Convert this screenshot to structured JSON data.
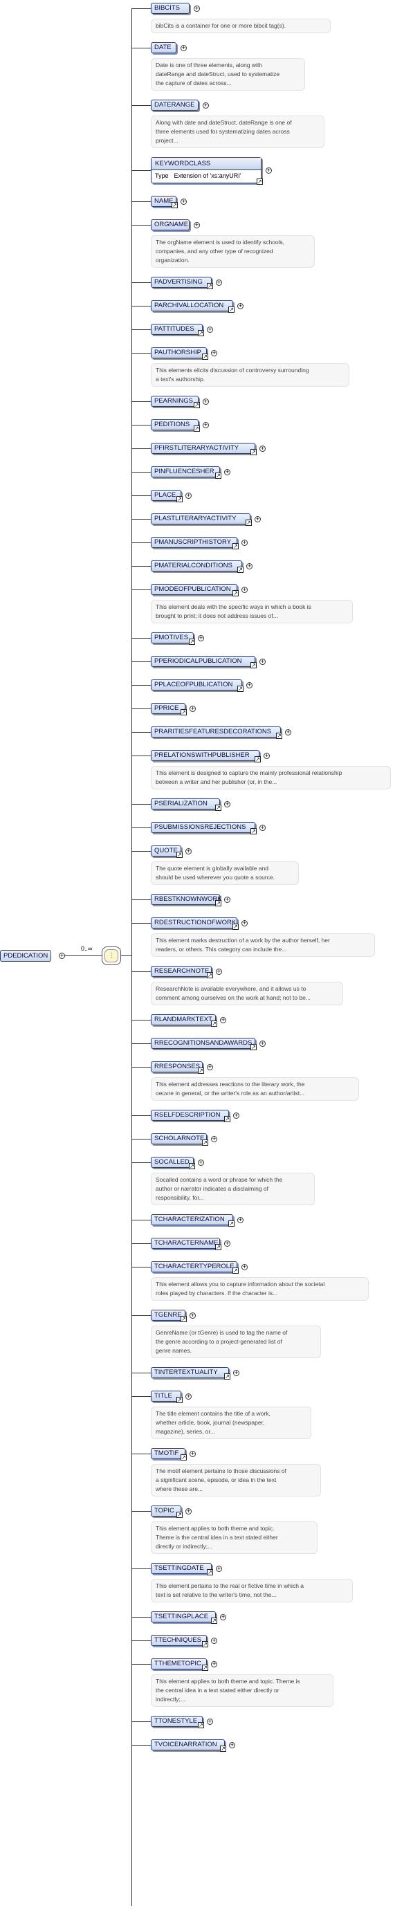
{
  "root": {
    "label": "PDEDICATION",
    "multiplicity": "0..∞"
  },
  "compositor": {
    "kind": "choice-icon"
  },
  "keywordclass": {
    "label": "KEYWORDCLASS",
    "type_key": "Type",
    "type_value": "Extension of 'xs:anyURI'"
  },
  "elements": [
    {
      "label": "BIBCITS",
      "doc": [
        "bibCits is a container for one or more bibcit tag(s)."
      ]
    },
    {
      "label": "DATE",
      "doc": [
        "Date is one of three elements, along with",
        "dateRange and dateStruct, used to systematize",
        "the capture of dates across..."
      ]
    },
    {
      "label": "DATERANGE",
      "doc": [
        "Along with date and dateStruct, dateRange is one of",
        "three elements used for systematizing dates across",
        "project..."
      ]
    },
    {
      "label": "KEYWORDCLASS",
      "box": true
    },
    {
      "label": "NAME",
      "ref": true
    },
    {
      "label": "ORGNAME",
      "doc": [
        "The orgName element is used to identify schools,",
        "companies, and any other type of recognized",
        "organization."
      ]
    },
    {
      "label": "PADVERTISING",
      "ref": true
    },
    {
      "label": "PARCHIVALLOCATION",
      "ref": true
    },
    {
      "label": "PATTITUDES",
      "ref": true
    },
    {
      "label": "PAUTHORSHIP",
      "ref": true,
      "doc": [
        "This elements elicits discussion of controversy surrounding",
        "a text's authorship."
      ]
    },
    {
      "label": "PEARNINGS",
      "ref": true
    },
    {
      "label": "PEDITIONS",
      "ref": true
    },
    {
      "label": "PFIRSTLITERARYACTIVITY",
      "ref": true
    },
    {
      "label": "PINFLUENCESHER",
      "ref": true
    },
    {
      "label": "PLACE",
      "ref": true
    },
    {
      "label": "PLASTLITERARYACTIVITY",
      "ref": true
    },
    {
      "label": "PMANUSCRIPTHISTORY",
      "ref": true
    },
    {
      "label": "PMATERIALCONDITIONS",
      "ref": true
    },
    {
      "label": "PMODEOFPUBLICATION",
      "ref": true,
      "doc": [
        "This element deals with the specific ways in which a book is",
        "brought to print; it does not address issues of..."
      ]
    },
    {
      "label": "PMOTIVES",
      "ref": true
    },
    {
      "label": "PPERIODICALPUBLICATION",
      "ref": true
    },
    {
      "label": "PPLACEOFPUBLICATION",
      "ref": true
    },
    {
      "label": "PPRICE",
      "ref": true
    },
    {
      "label": "PRARITIESFEATURESDECORATIONS",
      "ref": true
    },
    {
      "label": "PRELATIONSWITHPUBLISHER",
      "ref": true,
      "doc": [
        "This element is designed to capture the mainly professional relationship",
        "between a writer and her publisher (or, in the..."
      ]
    },
    {
      "label": "PSERIALIZATION",
      "ref": true
    },
    {
      "label": "PSUBMISSIONSREJECTIONS",
      "ref": true
    },
    {
      "label": "QUOTE",
      "ref": true,
      "doc": [
        "The quote element is globally available and",
        "should be used wherever you quote a source."
      ]
    },
    {
      "label": "RBESTKNOWNWORK",
      "ref": true
    },
    {
      "label": "RDESTRUCTIONOFWORK",
      "ref": true,
      "doc": [
        "This element marks destruction of a work by the author herself, her",
        "readers, or others. This category can include the..."
      ]
    },
    {
      "label": "RESEARCHNOTE",
      "ref": true,
      "doc": [
        "ResearchNote is available everywhere, and it allows us to",
        "comment among ourselves on the work at hand; not to be..."
      ]
    },
    {
      "label": "RLANDMARKTEXT",
      "ref": true
    },
    {
      "label": "RRECOGNITIONSANDAWARDS",
      "ref": true
    },
    {
      "label": "RRESPONSES",
      "ref": true,
      "doc": [
        "This element addresses reactions to the literary work, the",
        "oeuvre in general, or the writer's role as an author/artist..."
      ]
    },
    {
      "label": "RSELFDESCRIPTION",
      "ref": true
    },
    {
      "label": "SCHOLARNOTE",
      "ref": true
    },
    {
      "label": "SOCALLED",
      "ref": true,
      "doc": [
        "Socalled contains a word or phrase for which the",
        "author or narrator indicates a disclaiming of",
        "responsibility, for..."
      ]
    },
    {
      "label": "TCHARACTERIZATION",
      "ref": true
    },
    {
      "label": "TCHARACTERNAME",
      "ref": true
    },
    {
      "label": "TCHARACTERTYPEROLE",
      "ref": true,
      "doc": [
        "This element allows you to capture information about the societal",
        "roles played by characters. If the character is..."
      ]
    },
    {
      "label": "TGENRE",
      "ref": true,
      "doc": [
        "GenreName (or tGenre) is used to tag the name of",
        "the genre according to a project-generated list of",
        "genre names."
      ]
    },
    {
      "label": "TINTERTEXTUALITY",
      "ref": true
    },
    {
      "label": "TITLE",
      "ref": true,
      "doc": [
        "The title element contains the title of a work,",
        "whether article, book, journal (newspaper,",
        "magazine), series, or..."
      ]
    },
    {
      "label": "TMOTIF",
      "ref": true,
      "doc": [
        "The motif element pertains to those discussions of",
        "a significant scene, episode, or idea in the text",
        "where these are..."
      ]
    },
    {
      "label": "TOPIC",
      "ref": true,
      "doc": [
        "This element applies to both theme and topic.",
        "Theme is the central idea in a text stated either",
        "directly or indirectly;..."
      ]
    },
    {
      "label": "TSETTINGDATE",
      "ref": true,
      "doc": [
        "This element pertains to the real or fictive time in which a",
        "text is set relative to the writer's time, not the..."
      ]
    },
    {
      "label": "TSETTINGPLACE",
      "ref": true
    },
    {
      "label": "TTECHNIQUES",
      "ref": true
    },
    {
      "label": "TTHEMETOPIC",
      "ref": true,
      "doc": [
        "This element applies to both theme and topic. Theme is",
        "the central idea in a text stated either directly or",
        "indirectly;..."
      ]
    },
    {
      "label": "TTONESTYLE",
      "ref": true
    },
    {
      "label": "TVOICENARRATION",
      "ref": true
    }
  ]
}
